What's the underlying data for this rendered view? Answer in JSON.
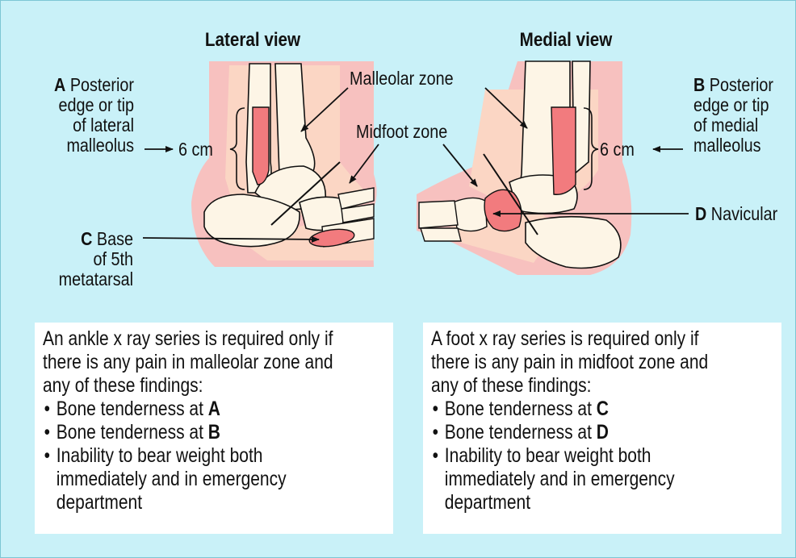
{
  "lateral": {
    "title": "Lateral view",
    "label_a_letter": "A",
    "label_a_text": "Posterior\nedge or tip\nof lateral\nmalleolus",
    "label_c_letter": "C",
    "label_c_text": "Base\nof 5th\nmetatarsal",
    "measure": "6 cm"
  },
  "medial": {
    "title": "Medial view",
    "label_b_letter": "B",
    "label_b_text": "Posterior\nedge or tip\nof medial\nmalleolus",
    "label_d_letter": "D",
    "label_d_text": "Navicular",
    "measure": "6 cm"
  },
  "zones": {
    "malleolar": "Malleolar zone",
    "midfoot": "Midfoot zone"
  },
  "ankle_box": {
    "intro": "An ankle x ray series is required only if\nthere is any pain in malleolar zone and\nany of these findings:",
    "items": [
      {
        "text": "Bone tenderness at ",
        "letter": "A"
      },
      {
        "text": "Bone tenderness at ",
        "letter": "B"
      },
      {
        "text": "Inability to bear weight both",
        "cont": "immediately and in emergency\ndepartment"
      }
    ]
  },
  "foot_box": {
    "intro": "A foot x ray series is required only if\nthere is any pain in midfoot zone and\nany of these findings:",
    "items": [
      {
        "text": "Bone tenderness at ",
        "letter": "C"
      },
      {
        "text": "Bone tenderness at ",
        "letter": "D"
      },
      {
        "text": "Inability to bear weight both",
        "cont": "immediately and in emergency\ndepartment"
      }
    ]
  },
  "colors": {
    "background": "#c9f1f8",
    "soft_tissue_pink": "#f7c1bf",
    "zone_peach": "#fbd6c4",
    "bone": "#fdf5e6",
    "highlight": "#f27b7e"
  }
}
